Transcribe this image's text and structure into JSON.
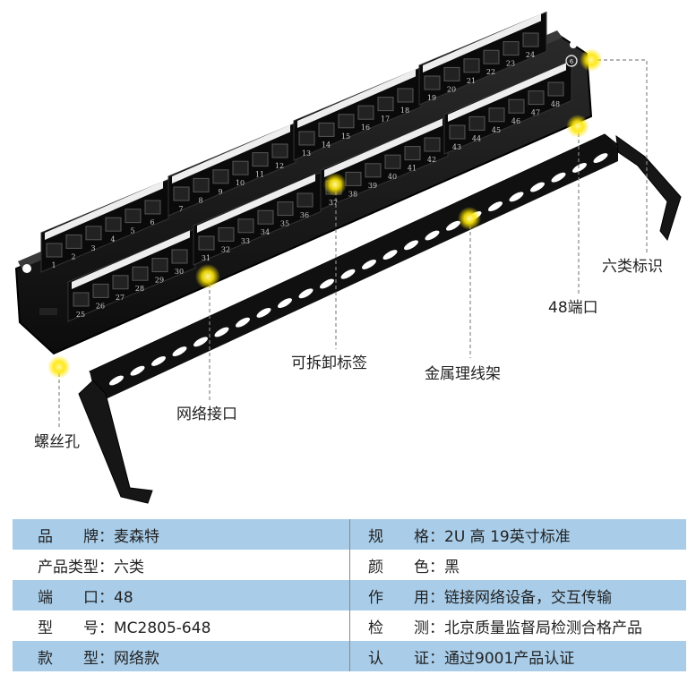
{
  "callouts": {
    "cat6_mark": "六类标识",
    "port48": "48端口",
    "removable_label": "可拆卸标签",
    "metal_bar": "金属理线架",
    "network_port": "网络接口",
    "screw_hole": "螺丝孔"
  },
  "panel": {
    "badge": "6",
    "ports_top_left": [
      "1",
      "2",
      "3",
      "4",
      "5",
      "6",
      "7",
      "8",
      "9",
      "10",
      "11",
      "12",
      "13",
      "14",
      "15",
      "16",
      "17",
      "18",
      "19",
      "20",
      "21",
      "22",
      "23",
      "24"
    ],
    "ports_bottom": [
      "25",
      "26",
      "27",
      "28",
      "29",
      "30",
      "31",
      "32",
      "33",
      "34",
      "35",
      "36",
      "37",
      "38",
      "39",
      "40",
      "41",
      "42",
      "43",
      "44",
      "45",
      "46",
      "47",
      "48"
    ]
  },
  "specs": {
    "rows": [
      {
        "k1": "品牌",
        "v1": "麦森特",
        "k2": "规格",
        "v2": "2U 高  19英寸标准"
      },
      {
        "k1": "产品类型",
        "v1": "六类",
        "k2": "颜色",
        "v2": "黑"
      },
      {
        "k1": "端口",
        "v1": "48",
        "k2": "作用",
        "v2": "链接网络设备，交互传输"
      },
      {
        "k1": "型号",
        "v1": "MC2805-648",
        "k2": "检测",
        "v2": "北京质量监督局检测合格产品"
      },
      {
        "k1": "款型",
        "v1": "网络款",
        "k2": "认证",
        "v2": "通过9001产品认证"
      }
    ],
    "colon": "："
  },
  "colors": {
    "row_shade": "#a9cde9",
    "panel_black": "#151515",
    "highlight": "#ffee00"
  }
}
